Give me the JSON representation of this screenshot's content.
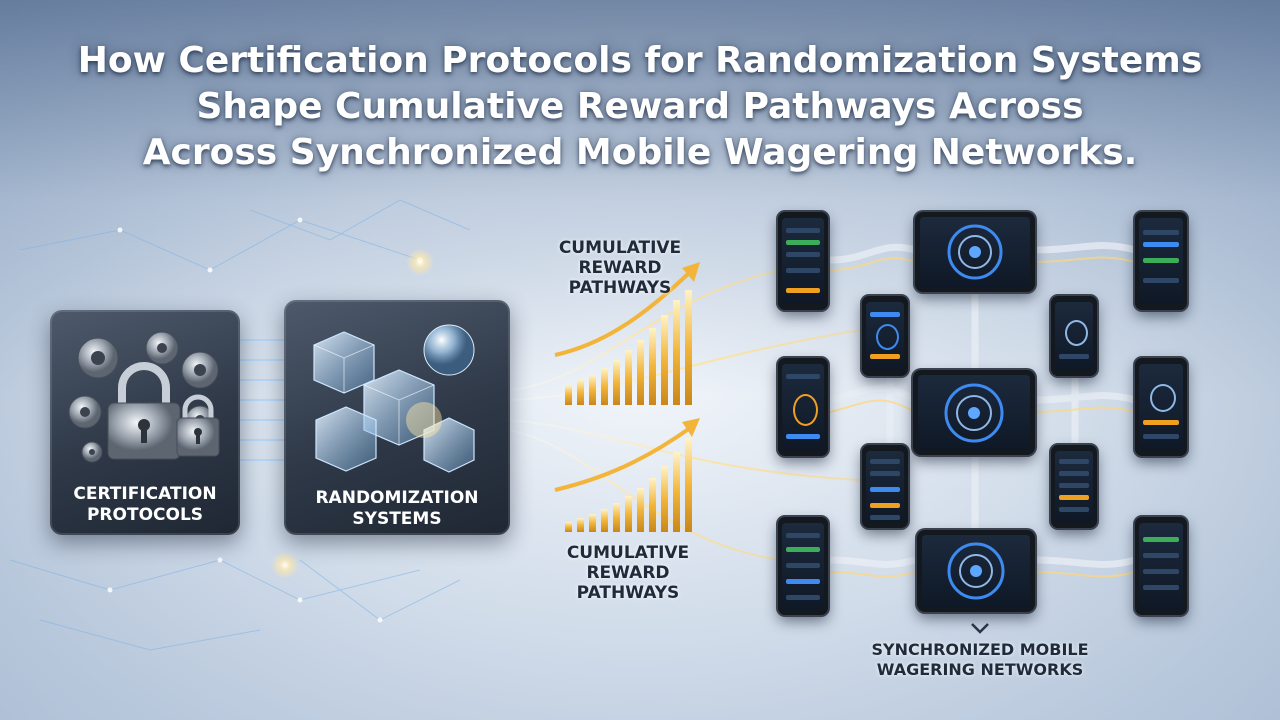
{
  "title": {
    "line1": "How Certification Protocols for Randomization Systems",
    "line2": "Shape Cumulative Reward Pathways Across",
    "line3": "Across Synchronized Mobile Wagering Networks."
  },
  "panels": {
    "certification": {
      "line1": "CERTIFICATION",
      "line2": "PROTOCOLS"
    },
    "randomization": {
      "line1": "RANDOMIZATION",
      "line2": "SYSTEMS"
    }
  },
  "pathway_labels": {
    "upper": {
      "line1": "CUMULATIVE",
      "line2": "REWARD",
      "line3": "PATHWAYS"
    },
    "lower": {
      "line1": "CUMULATIVE",
      "line2": "REWARD",
      "line3": "PATHWAYS"
    }
  },
  "network_label": {
    "line1": "SYNCHRONIZED MOBILE",
    "line2": "WAGERING NETWORKS"
  },
  "colors": {
    "gold": "#f2b53a",
    "glow": "#ffe9a8",
    "network_line": "#c9d8ea",
    "accent_blue": "#3d8bf0",
    "accent_orange": "#f0a020",
    "accent_green": "#3cae5a"
  },
  "icons": {
    "certification": [
      "gear-icon",
      "padlock-icon"
    ],
    "randomization": [
      "crystal-cube-icon",
      "crystal-sphere-icon"
    ],
    "pathway": [
      "trend-arrow-icon"
    ],
    "network": [
      "chevron-down-icon"
    ]
  }
}
